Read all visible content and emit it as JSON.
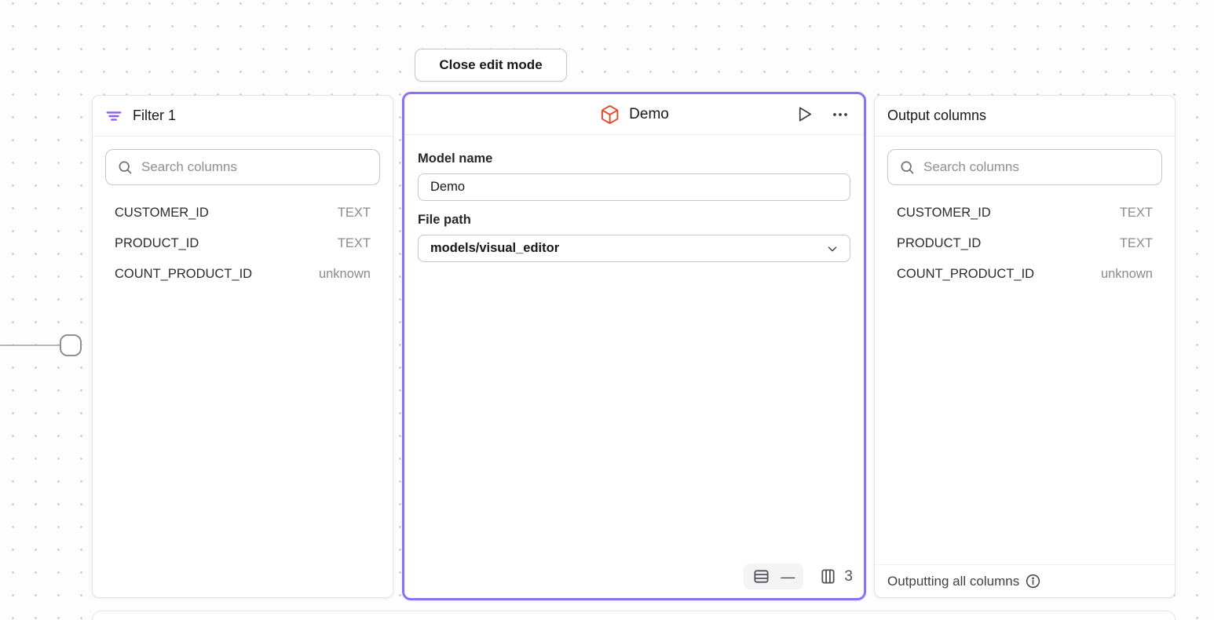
{
  "edit_mode_bar": {
    "close_button_label": "Close edit mode"
  },
  "filter_node": {
    "title": "Filter 1",
    "icon": "filter-lines-icon",
    "search": {
      "placeholder": "Search columns"
    },
    "columns": [
      {
        "name": "CUSTOMER_ID",
        "type": "TEXT"
      },
      {
        "name": "PRODUCT_ID",
        "type": "TEXT"
      },
      {
        "name": "COUNT_PRODUCT_ID",
        "type": "unknown"
      }
    ]
  },
  "model_node": {
    "title": "Demo",
    "icon": "cube-icon",
    "header_icons": [
      "play-icon",
      "ellipsis-icon"
    ],
    "fields": {
      "model_name_label": "Model name",
      "model_name_value": "Demo",
      "file_path_label": "File path",
      "file_path_value": "models/visual_editor"
    },
    "status_bar": {
      "row_count": "—",
      "column_count": "3"
    }
  },
  "output_node": {
    "title": "Output columns",
    "search": {
      "placeholder": "Search columns"
    },
    "columns": [
      {
        "name": "CUSTOMER_ID",
        "type": "TEXT"
      },
      {
        "name": "PRODUCT_ID",
        "type": "TEXT"
      },
      {
        "name": "COUNT_PRODUCT_ID",
        "type": "unknown"
      }
    ],
    "footer": {
      "text": "Outputting all columns",
      "icon": "info-icon"
    }
  },
  "colors": {
    "accent_purple": "#8b72f5",
    "filter_icon_purple": "#8b5cf6",
    "cube_orange": "#e3492f",
    "canvas_dot": "#cdcdd2"
  }
}
